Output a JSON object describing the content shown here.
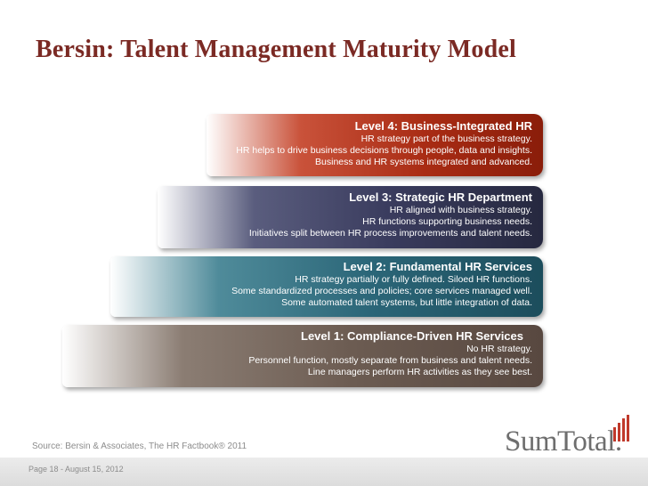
{
  "title": "Bersin: Talent Management Maturity Model",
  "levels": [
    {
      "heading": "Level 4: Business-Integrated HR",
      "lines": [
        "HR strategy part of the business strategy.",
        "HR helps to drive business decisions through people, data and insights.",
        "Business and HR systems integrated and advanced."
      ]
    },
    {
      "heading": "Level 3: Strategic HR Department",
      "lines": [
        "HR aligned with business strategy.",
        "HR functions supporting business needs.",
        "Initiatives split between HR process improvements and talent needs."
      ]
    },
    {
      "heading": "Level 2: Fundamental HR Services",
      "lines": [
        "HR strategy partially or fully defined.  Siloed HR functions.",
        "Some standardized processes and policies; core services managed well.",
        "Some automated talent systems, but little integration of data."
      ]
    },
    {
      "heading": "Level 1: Compliance-Driven HR Services",
      "lines": [
        "No HR strategy.",
        "Personnel function, mostly separate from business and talent needs.",
        "Line managers perform HR activities as they see best."
      ]
    }
  ],
  "source": "Source: Bersin & Associates, The HR Factbook® 2011",
  "page_info": "Page 18 - August 15, 2012",
  "logo": {
    "text": "SumTotal.",
    "icon": "sumtotal-bars-logo",
    "colors": {
      "bars": "#c0392b",
      "text": "#6e6e6e"
    }
  },
  "colors": {
    "title": "#7b2a24",
    "level4": "#a92c14",
    "level3": "#3a3c5e",
    "level2": "#2b6678",
    "level1": "#6c5c52"
  }
}
